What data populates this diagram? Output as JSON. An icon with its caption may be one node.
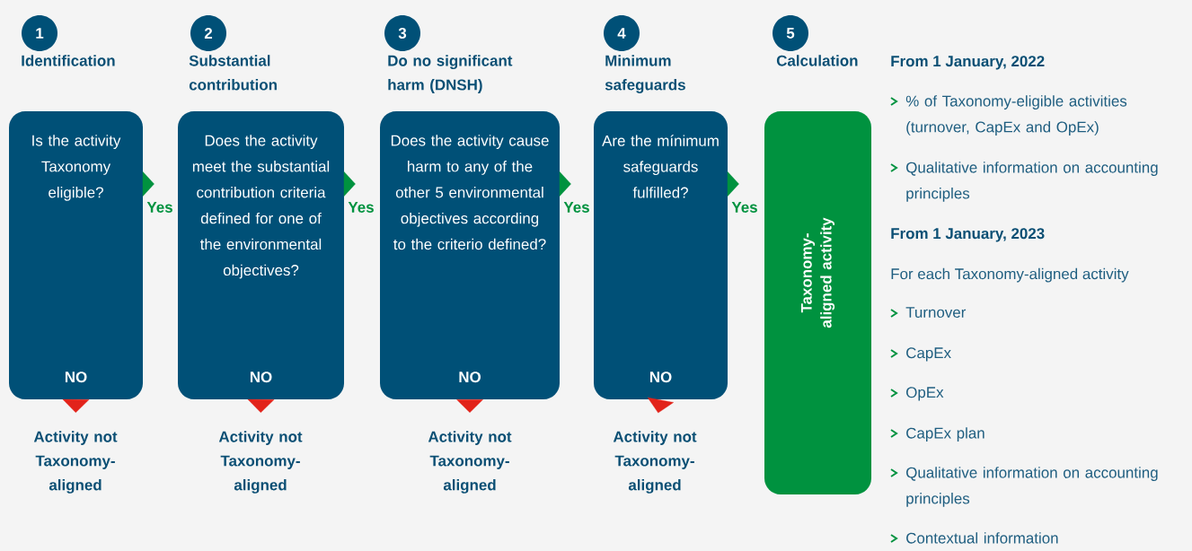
{
  "diagram": {
    "nodes": [
      {
        "text": [
          "1"
        ]
      },
      {
        "text": [
          "Identification",
          "Is the activity Taxonomy eligible?",
          "NO"
        ]
      },
      {
        "text": [
          "2"
        ]
      },
      {
        "text": [
          "Substantial contribution",
          "Does the activity meet the substantial contribution criteria defined for one of the environmental objectives?",
          "NO"
        ]
      },
      {
        "text": [
          "3"
        ]
      },
      {
        "text": [
          "Do no significant harm (DNSH)",
          "Does the activity cause harm to any of the other 5 environmental objectives according to the criterio defined?",
          "NO"
        ]
      },
      {
        "text": [
          "4"
        ]
      },
      {
        "text": [
          "Minimum safeguards",
          "Are the mínimum safeguards fulfilled?",
          "NO"
        ]
      },
      {
        "text": [
          "5"
        ]
      },
      {
        "text": [
          "Calculation",
          "Taxonomy-aligned activity"
        ]
      },
      {
        "text": [
          "Activity not Taxonomy-aligned"
        ]
      },
      {
        "text": [
          "Activity not Taxonomy-aligned"
        ]
      },
      {
        "text": [
          "Activity not Taxonomy-aligned"
        ]
      },
      {
        "text": [
          "Activity not Taxonomy-aligned"
        ]
      }
    ],
    "edges": [
      {
        "from": 1,
        "to": 3,
        "arrow": "to",
        "label": "Yes",
        "color": "#00923f"
      },
      {
        "from": 3,
        "to": 5,
        "arrow": "to",
        "label": "Yes",
        "color": "#00923f"
      },
      {
        "from": 5,
        "to": 7,
        "arrow": "to",
        "label": "Yes",
        "color": "#00923f"
      },
      {
        "from": 7,
        "to": 9,
        "arrow": "to",
        "label": "Yes",
        "color": "#00923f"
      },
      {
        "from": 1,
        "to": 10,
        "arrow": "to",
        "color": "#e2231a"
      },
      {
        "from": 3,
        "to": 11,
        "arrow": "to",
        "color": "#e2231a"
      },
      {
        "from": 5,
        "to": 12,
        "arrow": "to",
        "color": "#e2231a"
      },
      {
        "from": 7,
        "to": 13,
        "arrow": "to",
        "color": "#e2231a"
      }
    ],
    "labels": [
      "From 1 January, 2022",
      "% of Taxonomy-eligible activities (turnover, CapEx and OpEx)",
      "Qualitative information on accounting principles",
      "From 1 January, 2023",
      "For each Taxonomy-aligned activity",
      "Turnover",
      "CapEx",
      "OpEx",
      "CapEx plan",
      "Qualitative information on accounting principles",
      "Contextual information"
    ]
  }
}
